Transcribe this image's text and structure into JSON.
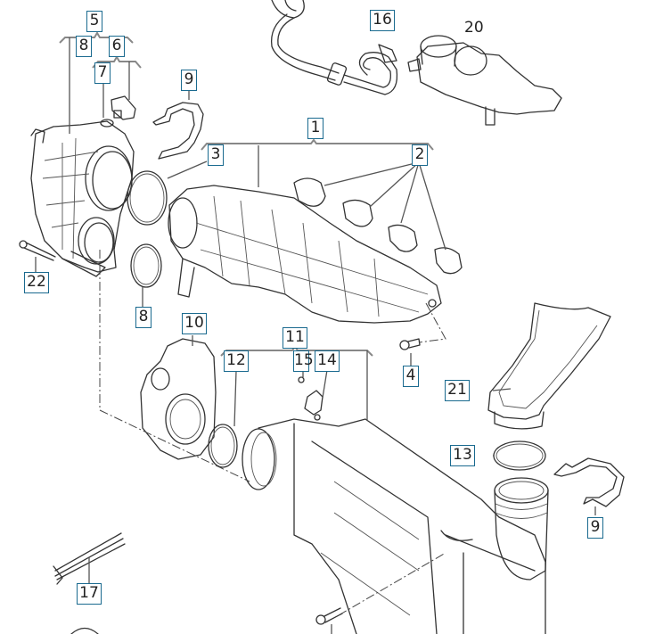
{
  "diagram": {
    "title": "",
    "type": "exploded parts diagram",
    "accent_color": "#1a6a8f",
    "callouts": [
      {
        "id": "c5",
        "label": "5"
      },
      {
        "id": "c8a",
        "label": "8"
      },
      {
        "id": "c6",
        "label": "6"
      },
      {
        "id": "c7",
        "label": "7"
      },
      {
        "id": "c9a",
        "label": "9"
      },
      {
        "id": "c16",
        "label": "16"
      },
      {
        "id": "c20",
        "label": "20"
      },
      {
        "id": "c1",
        "label": "1"
      },
      {
        "id": "c3",
        "label": "3"
      },
      {
        "id": "c2",
        "label": "2"
      },
      {
        "id": "c22",
        "label": "22"
      },
      {
        "id": "c8b",
        "label": "8"
      },
      {
        "id": "c10",
        "label": "10"
      },
      {
        "id": "c11",
        "label": "11"
      },
      {
        "id": "c12",
        "label": "12"
      },
      {
        "id": "c15",
        "label": "15"
      },
      {
        "id": "c14",
        "label": "14"
      },
      {
        "id": "c4",
        "label": "4"
      },
      {
        "id": "c21",
        "label": "21"
      },
      {
        "id": "c13",
        "label": "13"
      },
      {
        "id": "c9b",
        "label": "9"
      },
      {
        "id": "c17",
        "label": "17"
      }
    ],
    "parts": [
      "intake-manifold",
      "manifold-gasket",
      "air-duct-bend",
      "o-ring",
      "retaining-clip",
      "pressure-sensor",
      "throttle-body",
      "charge-air-cooler",
      "hose",
      "oil-separator",
      "air-guide",
      "bolt",
      "cable-tie"
    ]
  }
}
